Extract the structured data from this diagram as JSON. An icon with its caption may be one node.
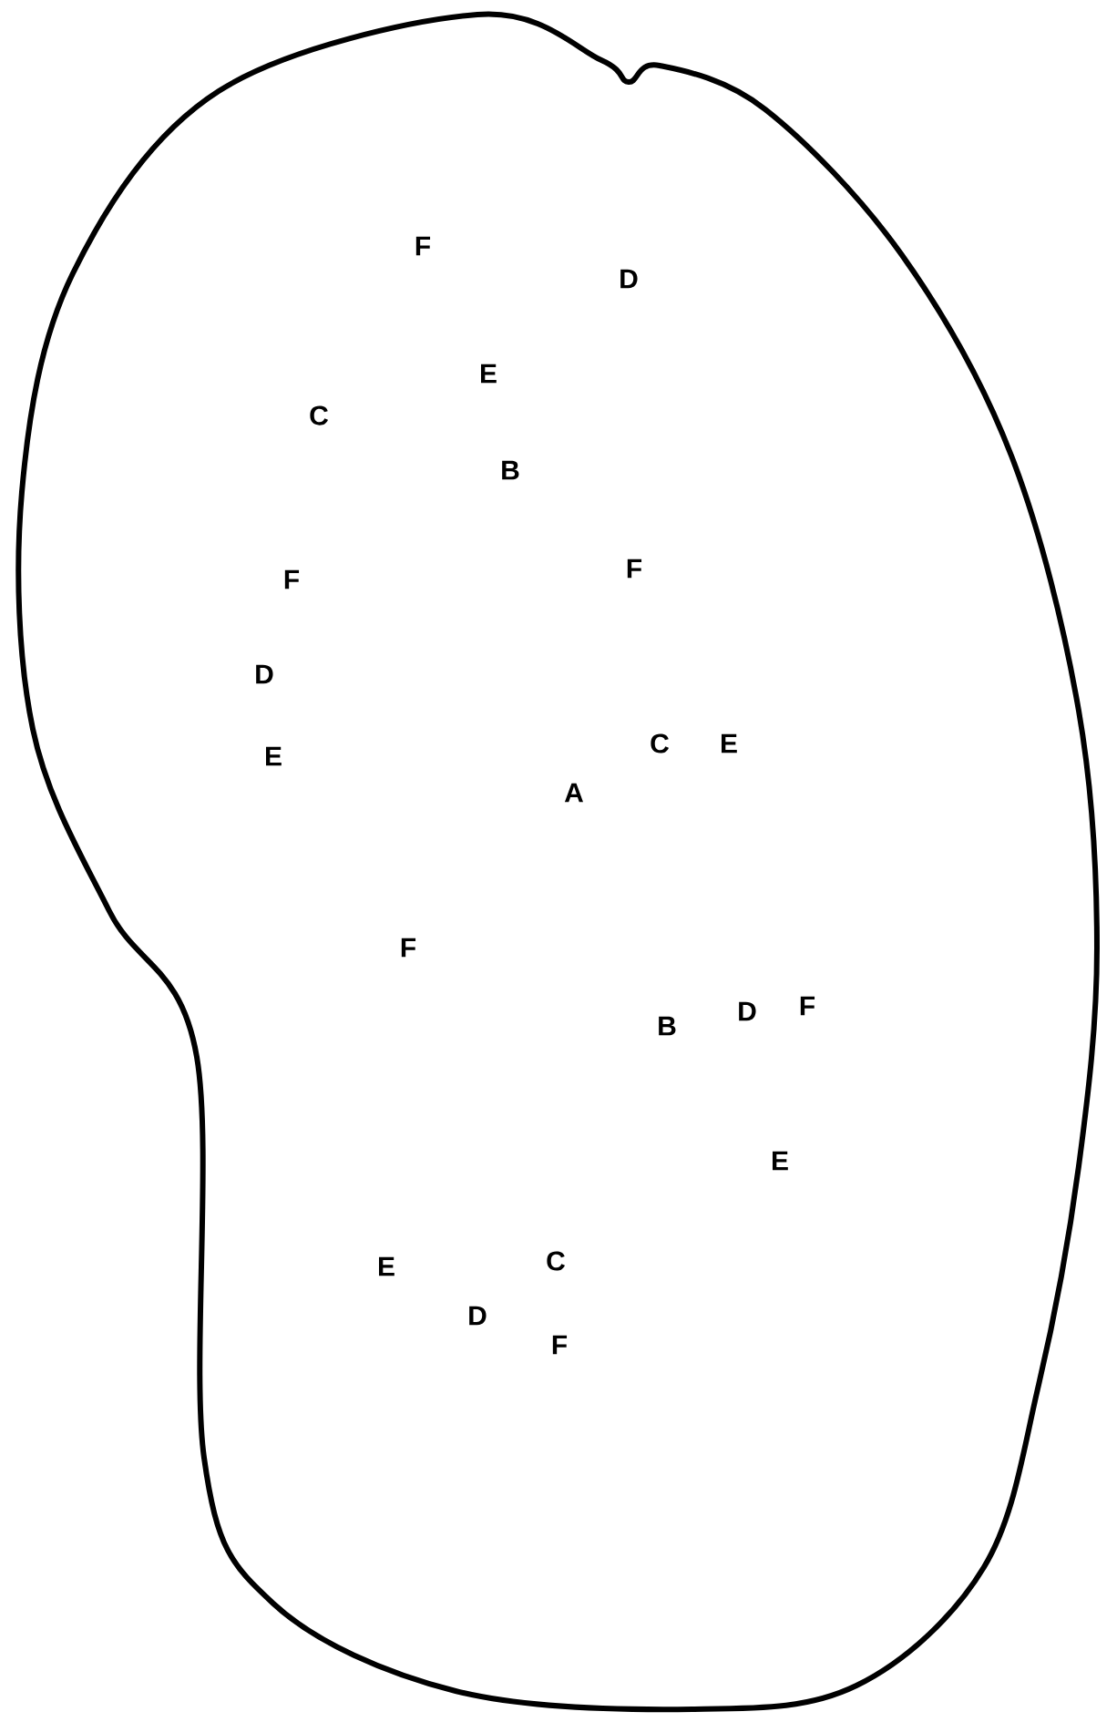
{
  "diagram": {
    "labels": [
      "F",
      "D",
      "E",
      "C",
      "B",
      "F",
      "F",
      "D",
      "E",
      "A",
      "C",
      "E",
      "F",
      "B",
      "D",
      "F",
      "E",
      "E",
      "C",
      "D",
      "F"
    ]
  }
}
